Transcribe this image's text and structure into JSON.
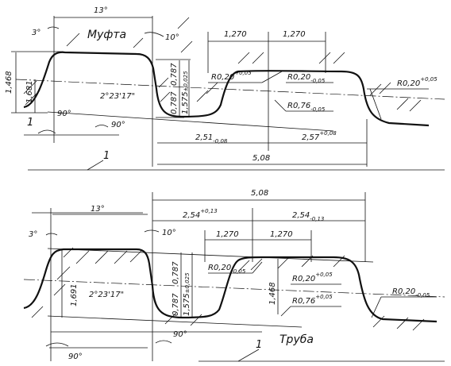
{
  "top_view": {
    "title": "Муфта",
    "angle_13": "13°",
    "angle_3": "3°",
    "angle_10": "10°",
    "angle_90_left": "90°",
    "angle_90_mid": "90°",
    "taper": "2°23'17\"",
    "h_1468": "1,468",
    "h_1681": "1,681",
    "h_0787_a": "0,787",
    "h_0787_b": "0,787",
    "h_1575": "1,575",
    "h_1575_tol": "±0,025",
    "w_1270_a": "1,270",
    "w_1270_b": "1,270",
    "r020_a": "R0,20",
    "r020_a_tol": "+0,05",
    "r020_b": "R0,20",
    "r020_b_tol": "-0,05",
    "r076": "R0,76",
    "r076_tol": "-0,05",
    "r020_c": "R0,20",
    "r020_c_tol": "+0,05",
    "w_251": "2,51",
    "w_251_tol": "-0,08",
    "w_257": "2,57",
    "w_257_tol": "+0,08",
    "w_508": "5,08",
    "ref_1a": "1",
    "ref_1b": "1"
  },
  "bottom_view": {
    "title": "Труба",
    "w_508": "5,08",
    "w_254_a": "2,54",
    "w_254_a_tol": "+0,13",
    "w_254_b": "2,54",
    "w_254_b_tol": "-0,13",
    "angle_13": "13°",
    "angle_3": "3°",
    "angle_10": "10°",
    "w_1270_a": "1,270",
    "w_1270_b": "1,270",
    "h_1691": "1,691",
    "h_0787_a": "0,787",
    "h_0787_b": "0,787",
    "h_1575": "1,575",
    "h_1575_tol": "±0,025",
    "h_1468": "1,468",
    "r020_a": "R0,20",
    "r020_a_tol": "-0,05",
    "r020_b": "R0,20",
    "r020_b_tol": "+0,05",
    "r076": "R0,76",
    "r076_tol": "+0,05",
    "r020_c": "R0,20",
    "r020_c_tol": "-0,05",
    "taper": "2°23'17\"",
    "angle_90_left": "90°",
    "angle_90_mid": "90°",
    "ref_1": "1"
  }
}
